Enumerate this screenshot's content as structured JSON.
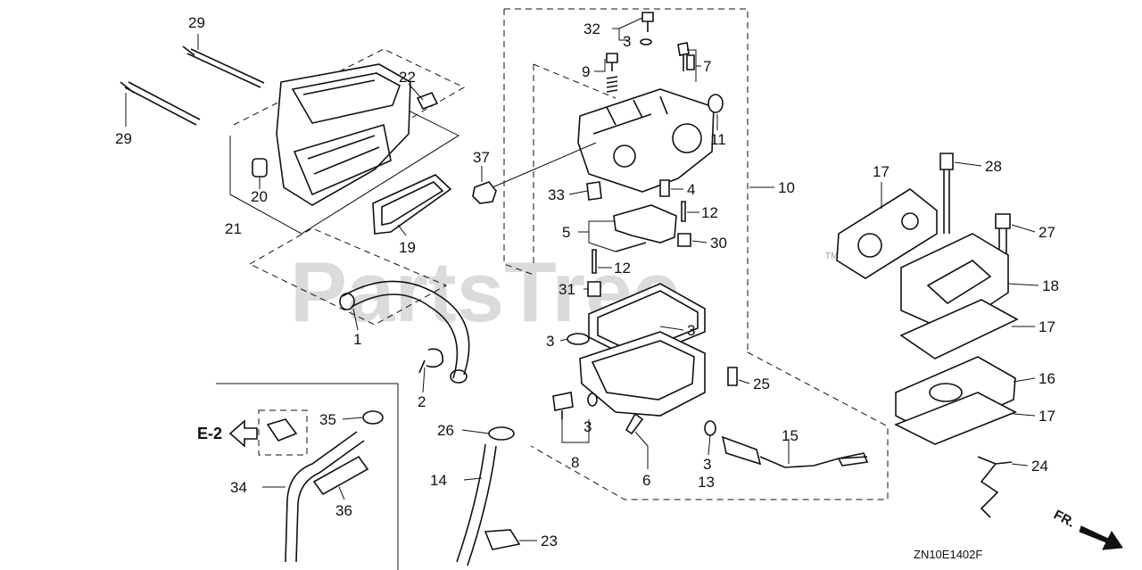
{
  "watermark": {
    "text": "PartsTree",
    "trademark": "TM"
  },
  "diagram_code": "ZN10E1402F",
  "ref_arrow": {
    "label": "E-2"
  },
  "direction_marker": {
    "label": "FR."
  },
  "callouts": {
    "c29a": "29",
    "c29b": "29",
    "c22": "22",
    "c20": "20",
    "c21": "21",
    "c19": "19",
    "c32": "32",
    "c3a": "3",
    "c9": "9",
    "c7": "7",
    "c11": "11",
    "c37": "37",
    "c33": "33",
    "c4": "4",
    "c10": "10",
    "c12a": "12",
    "c5": "5",
    "c30": "30",
    "c12b": "12",
    "c31": "31",
    "c1": "1",
    "c3b": "3",
    "c3c": "3",
    "c2": "2",
    "c35": "35",
    "c26": "26",
    "c3d": "3",
    "c8": "8",
    "c25": "25",
    "c6": "6",
    "c15": "15",
    "c3e": "3",
    "c13": "13",
    "c14": "14",
    "c34": "34",
    "c36": "36",
    "c23": "23",
    "c17a": "17",
    "c28": "28",
    "c27": "27",
    "c18": "18",
    "c17b": "17",
    "c16": "16",
    "c17c": "17",
    "c24": "24"
  }
}
